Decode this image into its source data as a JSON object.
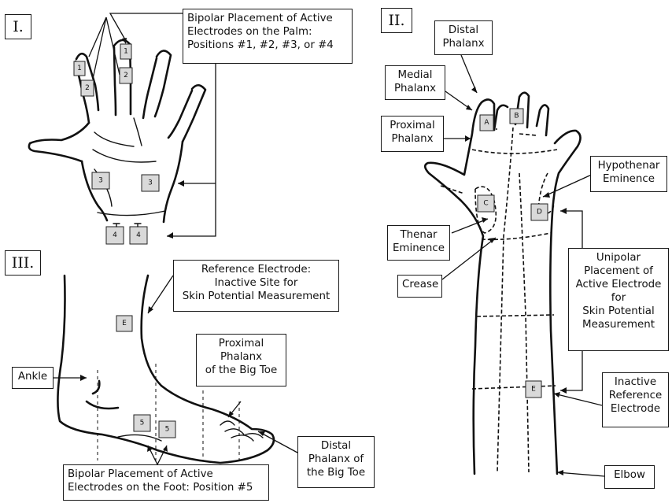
{
  "panels": {
    "hand": "I.",
    "arm": "II.",
    "foot": "III."
  },
  "labels": {
    "palm_bipolar": "Bipolar Placement of Active\nElectrodes on the Palm:\nPositions #1, #2, #3, or #4",
    "distal_phalanx": "Distal\nPhalanx",
    "medial_phalanx": "Medial\nPhalanx",
    "proximal_phalanx": "Proximal\nPhalanx",
    "hypothenar": "Hypothenar\nEminence",
    "thenar": "Thenar\nEminence",
    "crease": "Crease",
    "unipolar": "Unipolar\nPlacement of\nActive Electrode\nfor\nSkin Potential\nMeasurement",
    "inactive_ref": "Inactive\nReference\nElectrode",
    "elbow": "Elbow",
    "reference_electrode": "Reference Electrode:\nInactive Site for\nSkin Potential Measurement",
    "ankle": "Ankle",
    "proximal_big_toe": "Proximal\nPhalanx\nof the Big Toe",
    "distal_big_toe": "Distal\nPhalanx of\nthe Big Toe",
    "foot_bipolar": "Bipolar Placement of Active\nElectrodes on the Foot: Position #5"
  },
  "electrodes": {
    "hand_1a": "1",
    "hand_1b": "1",
    "hand_2a": "2",
    "hand_2b": "2",
    "hand_3a": "3",
    "hand_3b": "3",
    "hand_4a": "4",
    "hand_4b": "4",
    "arm_a": "A",
    "arm_b": "B",
    "arm_c": "C",
    "arm_d": "D",
    "arm_e": "E",
    "foot_e": "E",
    "foot_5a": "5",
    "foot_5b": "5"
  }
}
